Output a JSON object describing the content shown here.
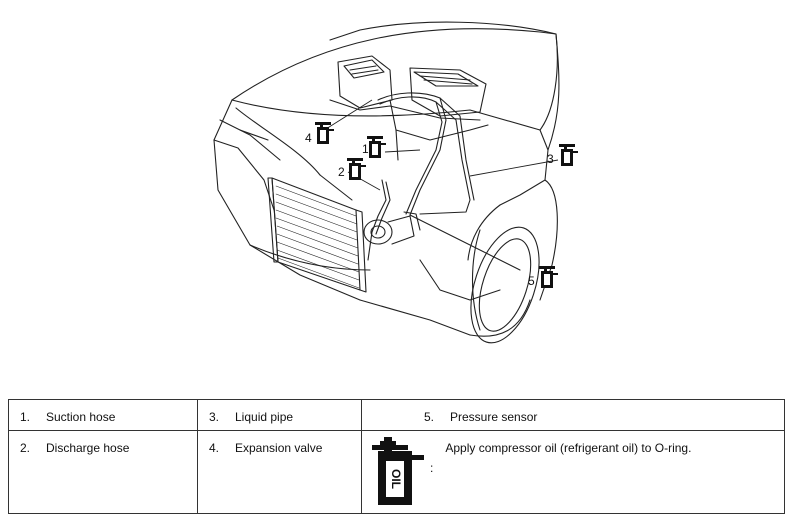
{
  "diagram": {
    "callouts": [
      "1",
      "2",
      "3",
      "4",
      "5"
    ]
  },
  "legend": {
    "items": [
      {
        "num": "1.",
        "label": "Suction hose"
      },
      {
        "num": "2.",
        "label": "Discharge hose"
      },
      {
        "num": "3.",
        "label": "Liquid pipe"
      },
      {
        "num": "4.",
        "label": "Expansion valve"
      },
      {
        "num": "5.",
        "label": "Pressure sensor"
      }
    ],
    "oil_icon": "oil-can-icon",
    "oil_icon_text": "OIL",
    "oil_colon": ":",
    "oil_note": "Apply compressor oil (refrigerant oil) to O-ring."
  }
}
